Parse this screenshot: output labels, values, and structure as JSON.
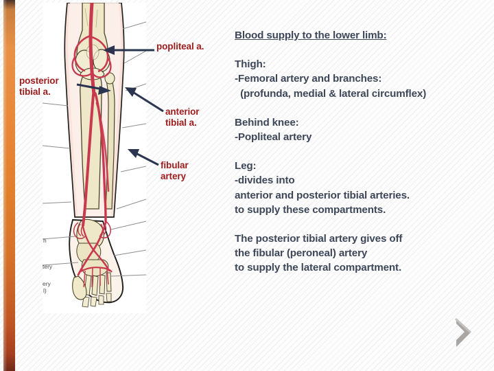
{
  "slide": {
    "background_color": "#fdfdfd",
    "accent_bar_color_top": "#e89147",
    "accent_bar_color_bottom": "#6d2a18",
    "body_text_color": "#3d4758",
    "label_color": "#9e1b1b",
    "leader_line_color": "#2b3550"
  },
  "content": {
    "title": "Blood supply to the lower limb:",
    "section_thigh_heading": "Thigh:",
    "section_thigh_line1": "-Femoral artery and branches:",
    "section_thigh_line2": "  (profunda, medial & lateral circumflex)",
    "section_knee_heading": "Behind knee:",
    "section_knee_line1": "-Popliteal artery",
    "section_leg_heading": "Leg:",
    "section_leg_line1": "-divides into",
    "section_leg_line2": "anterior and posterior tibial arteries.",
    "section_leg_line3": "to supply these compartments.",
    "closing_line1": "The posterior tibial artery gives off",
    "closing_line2": "the fibular (peroneal) artery",
    "closing_line3": "to supply the lateral compartment."
  },
  "anatomy_labels": {
    "popliteal": "popliteal a.",
    "posterior_tibial": "posterior\ntibial a.",
    "anterior_tibial": "anterior\ntibial a.",
    "fibular": "fibular\nartery"
  },
  "figure": {
    "caption_fragments": [
      "h",
      "tery",
      "ery",
      "l)"
    ],
    "description": "Anterior view of lower limb arteries: knee, leg and foot",
    "bone_color": "#efe8c8",
    "artery_color": "#cf4055",
    "skin_color": "#f7dcd2"
  },
  "navigation": {
    "next_label": "next-slide"
  }
}
